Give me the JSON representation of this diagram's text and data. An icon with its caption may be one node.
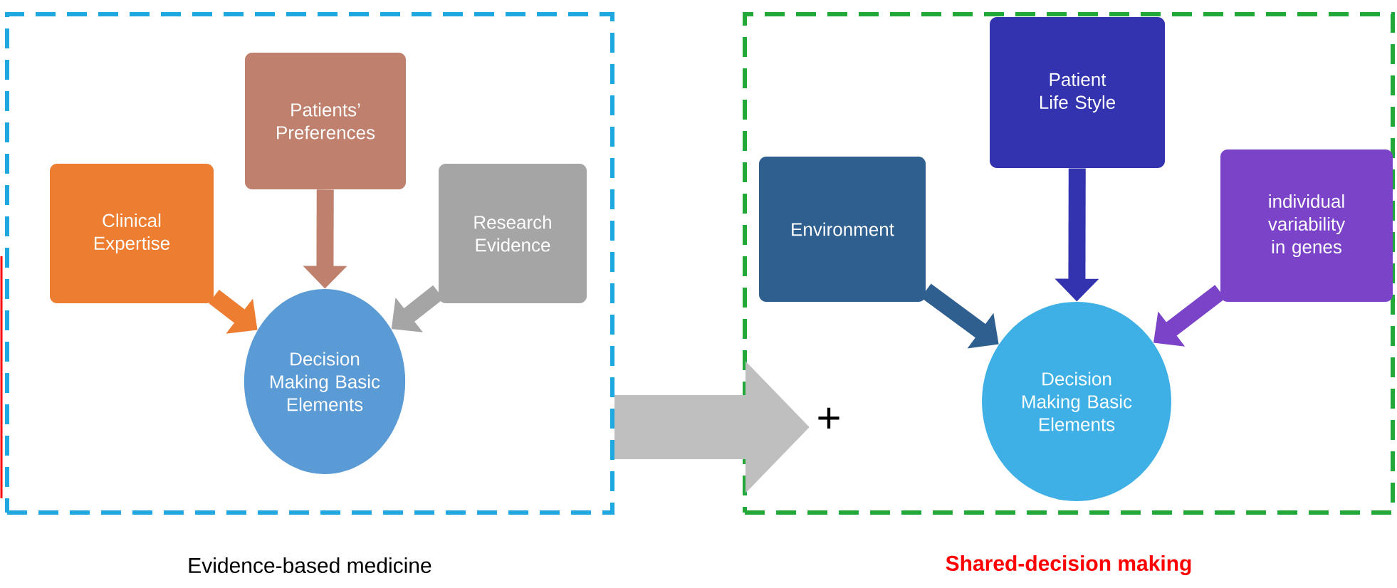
{
  "diagram": {
    "nodes": [
      {
        "text": [
          "Evidence-based medicine"
        ]
      },
      {
        "text": [
          "Clinical Expertise"
        ],
        "in": 0
      },
      {
        "text": [
          "Patients’ Preferences"
        ],
        "in": 0
      },
      {
        "text": [
          "Research Evidence"
        ],
        "in": 0
      },
      {
        "text": [
          "Decision Making Basic Elements"
        ],
        "in": 0
      },
      {
        "text": [
          "Shared-decision making"
        ]
      },
      {
        "text": [
          "Environment"
        ],
        "in": 5
      },
      {
        "text": [
          "Patient Life Style"
        ],
        "in": 5
      },
      {
        "text": [
          "individual variability in genes"
        ],
        "in": 5
      },
      {
        "text": [
          "Decision Making Basic Elements"
        ],
        "in": 5
      }
    ],
    "edges": [
      {
        "from": 1,
        "to": 4,
        "arrow": "to",
        "color": "#ed7d31"
      },
      {
        "from": 2,
        "to": 4,
        "arrow": "to",
        "color": "#c0806e"
      },
      {
        "from": 3,
        "to": 4,
        "arrow": "to",
        "color": "#a5a5a5"
      },
      {
        "from": 6,
        "to": 9,
        "arrow": "to",
        "color": "#2e5f8f"
      },
      {
        "from": 7,
        "to": 9,
        "arrow": "to",
        "color": "#3333b0"
      },
      {
        "from": 8,
        "to": 9,
        "arrow": "to",
        "color": "#7b44c8"
      },
      {
        "from": 0,
        "to": 5,
        "arrow": "to",
        "style": "thick",
        "color": "#bfbfbf"
      }
    ],
    "labels": [
      "+"
    ]
  }
}
